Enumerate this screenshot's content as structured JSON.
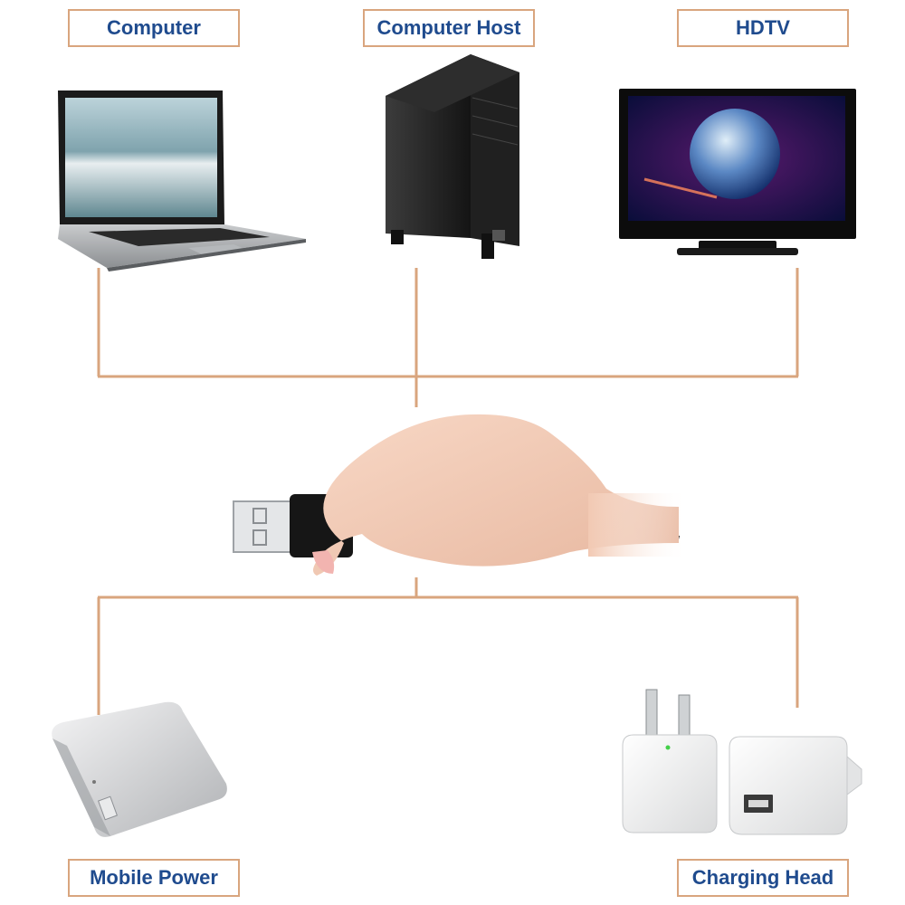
{
  "labels": {
    "computer": "Computer",
    "computer_host": "Computer Host",
    "hdtv": "HDTV",
    "mobile_power": "Mobile Power",
    "charging_head": "Charging Head"
  },
  "colors": {
    "connector_line": "#d9a57e",
    "label_border": "#d9a57e",
    "label_text": "#1f4b8e"
  },
  "icons": [
    "laptop-icon",
    "computer-tower-icon",
    "tv-icon",
    "hand-usb-cable-icon",
    "power-bank-icon",
    "charger-adapter-icon"
  ]
}
